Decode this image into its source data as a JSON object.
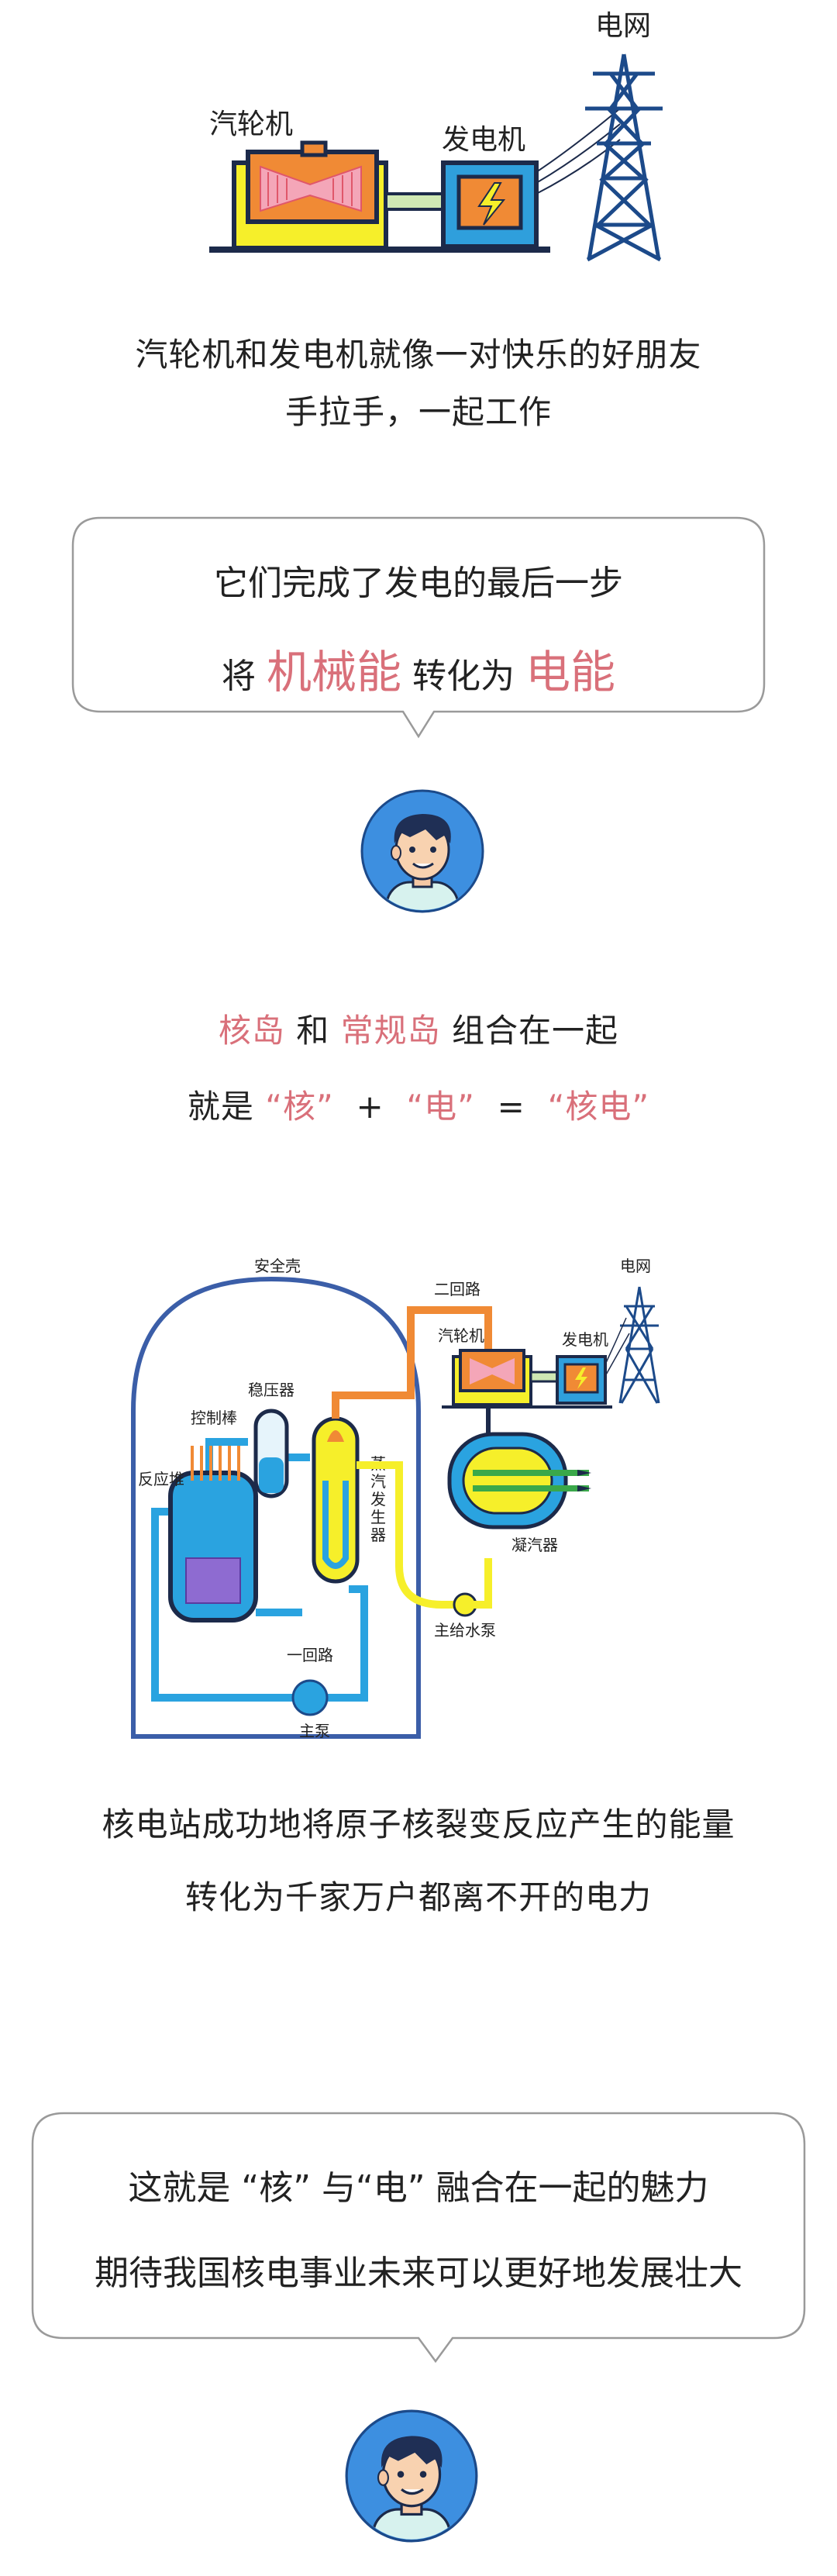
{
  "section1": {
    "label_turbine": "汽轮机",
    "label_generator": "发电机",
    "label_grid": "电网",
    "caption_line1": "汽轮机和发电机就像一对快乐的好朋友",
    "caption_line2": "手拉手，一起工作"
  },
  "bubble1": {
    "line1": "它们完成了发电的最后一步",
    "line2_pre": "将",
    "line2_hl1": "机械能",
    "line2_mid": "转化为",
    "line2_hl2": "电能"
  },
  "section2": {
    "hl_nuclear_island": "核岛",
    "and": "和",
    "hl_conventional_island": "常规岛",
    "combine": "组合在一起",
    "eq_pre": "就是",
    "eq_he": "“核”",
    "eq_plus": "+",
    "eq_dian": "“电”",
    "eq_equals": "=",
    "eq_hedian": "“核电”"
  },
  "diagram": {
    "containment": "安全壳",
    "secondary_loop": "二回路",
    "grid": "电网",
    "turbine": "汽轮机",
    "generator": "发电机",
    "pressurizer": "稳压器",
    "control_rods": "控制棒",
    "reactor": "反应堆",
    "steam_gen": [
      "蒸",
      "汽",
      "发",
      "生",
      "器"
    ],
    "condenser": "凝汽器",
    "feed_pump": "主给水泵",
    "primary_loop": "一回路",
    "main_pump": "主泵"
  },
  "section3": {
    "line1": "核电站成功地将原子核裂变反应产生的能量",
    "line2": "转化为千家万户都离不开的电力"
  },
  "bubble2": {
    "line1": "这就是 “核” 与“电” 融合在一起的魅力",
    "line2": "期待我国核电事业未来可以更好地发展壮大"
  },
  "colors": {
    "accent_pink": "#d9707a",
    "blue_outline": "#3b5ea8",
    "avatar_bg": "#3d8fe0"
  }
}
